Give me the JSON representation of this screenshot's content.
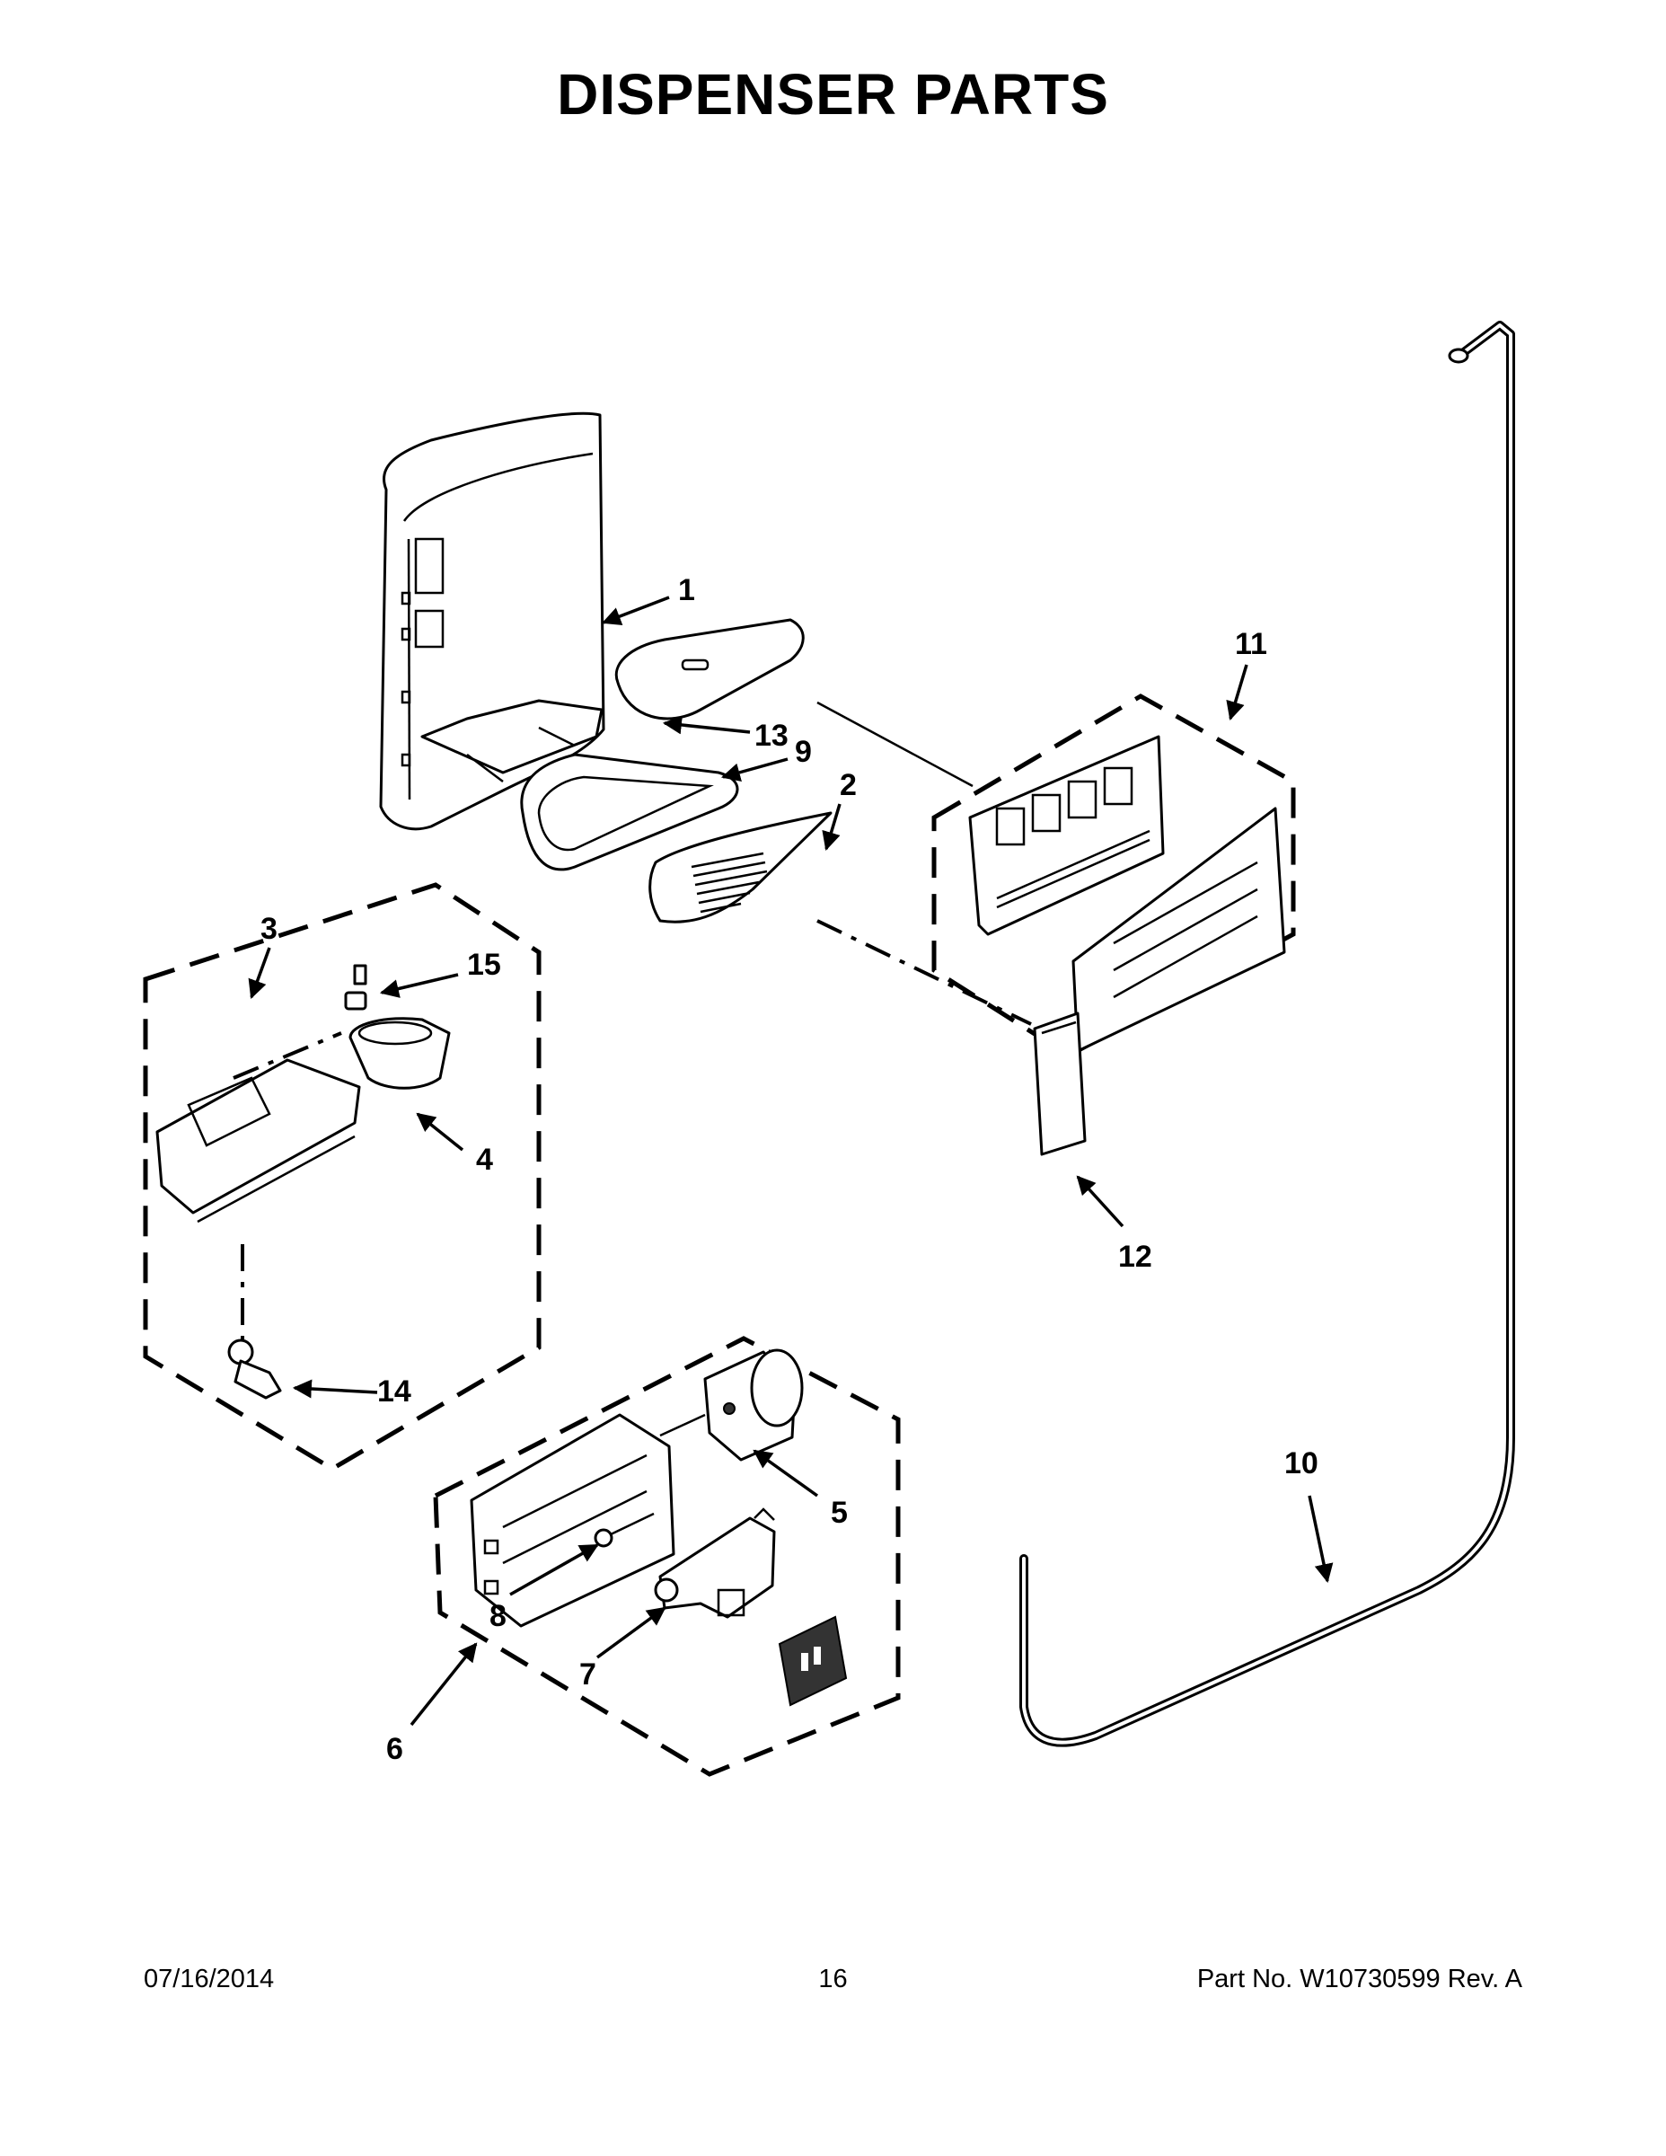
{
  "title": "DISPENSER PARTS",
  "callouts": {
    "c1": "1",
    "c2": "2",
    "c3": "3",
    "c4": "4",
    "c5": "5",
    "c6": "6",
    "c7": "7",
    "c8": "8",
    "c9": "9",
    "c10": "10",
    "c11": "11",
    "c12": "12",
    "c13": "13",
    "c14": "14",
    "c15": "15"
  },
  "footer": {
    "date": "07/16/2014",
    "page": "16",
    "part_no": "Part No.  W10730599  Rev.  A"
  }
}
